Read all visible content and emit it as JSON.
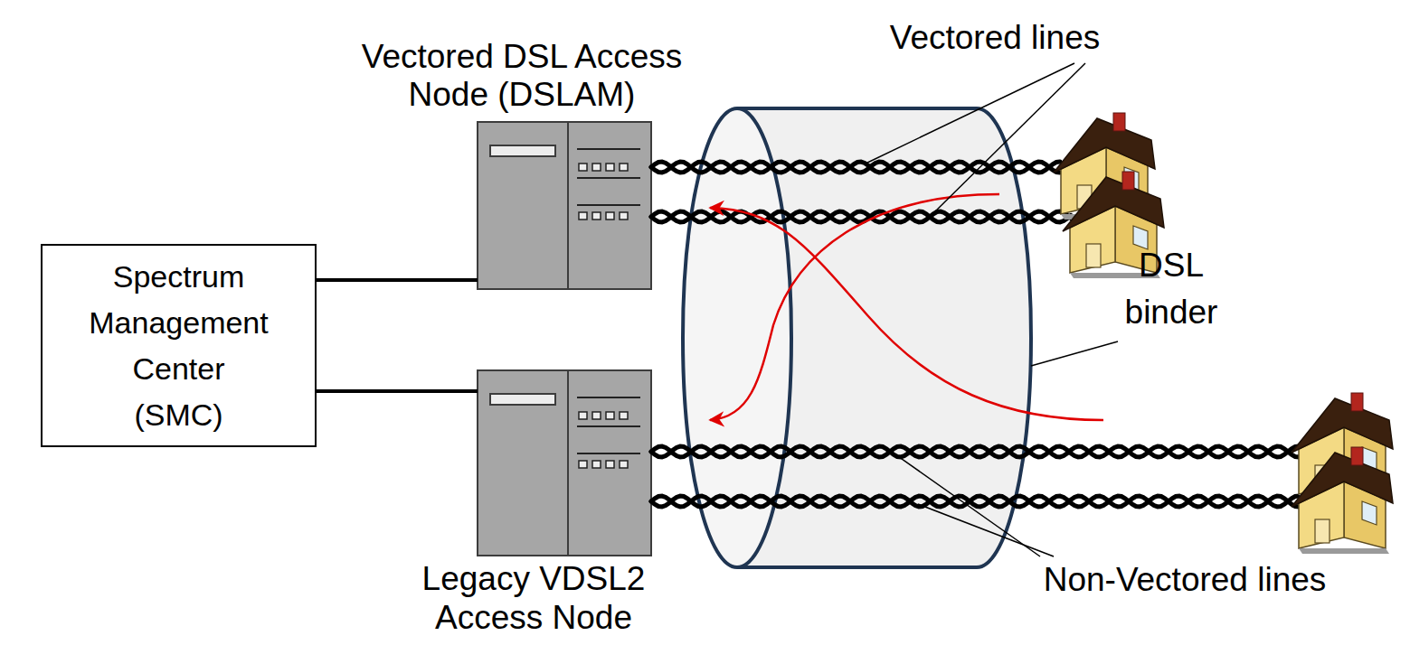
{
  "diagram": {
    "nodes": [
      {
        "text": [
          "Vectored DSL Access Node (DSLAM)"
        ]
      },
      {
        "text": [
          "Spectrum Management Center (SMC)"
        ]
      },
      {
        "text": [
          "Legacy VDSL2 Access Node"
        ]
      }
    ],
    "edges": [
      {
        "from": 1,
        "to": 0,
        "arrow": "none"
      },
      {
        "from": 1,
        "to": 2,
        "arrow": "none"
      }
    ],
    "labels": [
      "Vectored lines",
      "DSL binder",
      "Non-Vectored lines"
    ]
  }
}
